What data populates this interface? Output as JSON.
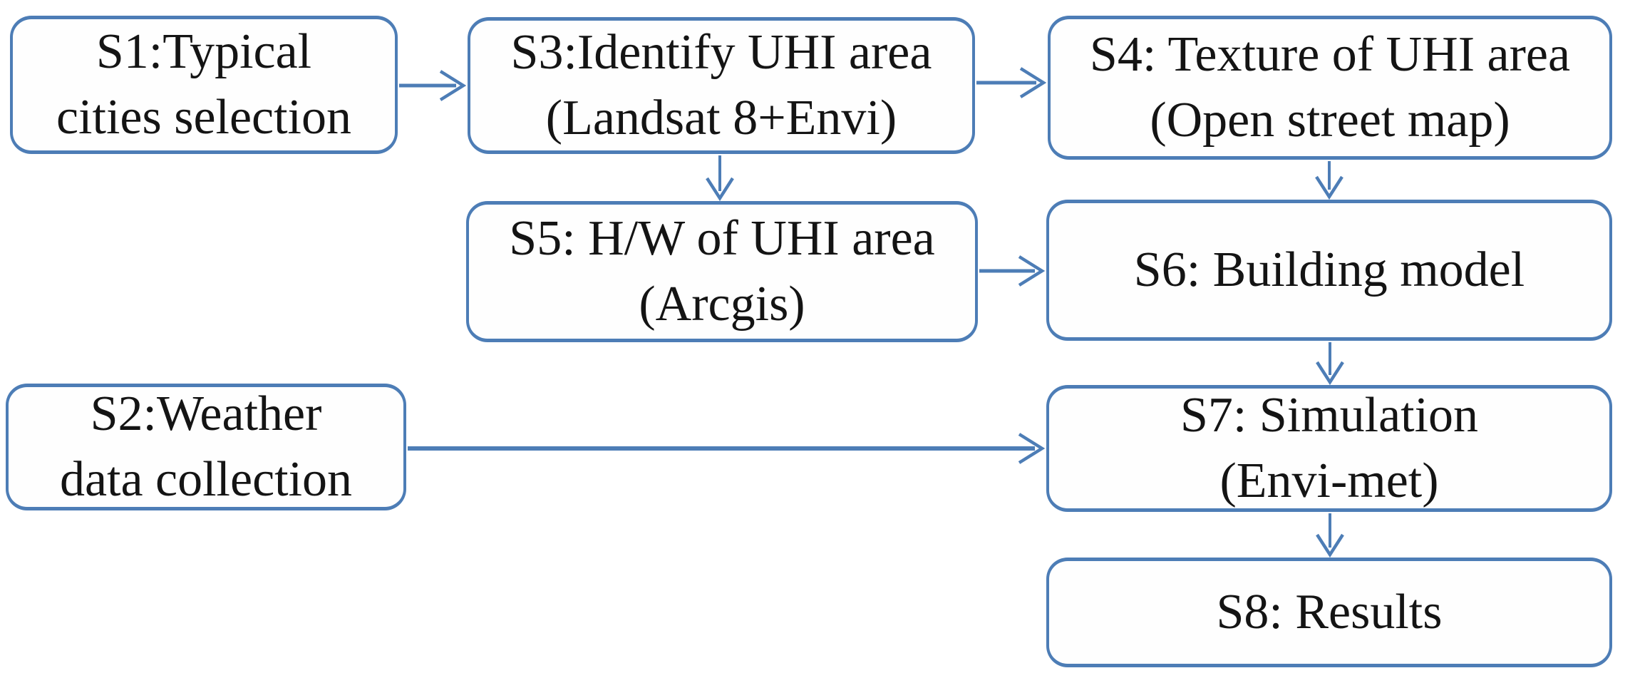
{
  "diagram": {
    "type": "flowchart",
    "accent_color": "#4d7db6",
    "text_color": "#141414",
    "background_color": "#ffffff",
    "nodes": [
      {
        "id": "S1",
        "label": "S1:Typical cities selection",
        "line1": "S1:Typical",
        "line2": "cities selection"
      },
      {
        "id": "S2",
        "label": "S2:Weather data collection",
        "line1": "S2:Weather",
        "line2": "data collection"
      },
      {
        "id": "S3",
        "label": "S3:Identify UHI area (Landsat 8+Envi)",
        "line1": "S3:Identify UHI area",
        "line2": "(Landsat 8+Envi)"
      },
      {
        "id": "S4",
        "label": "S4: Texture of UHI area (Open street map)",
        "line1": "S4: Texture of UHI area",
        "line2": "(Open street map)"
      },
      {
        "id": "S5",
        "label": "S5: H/W of UHI area (Arcgis)",
        "line1": "S5: H/W of UHI area",
        "line2": "(Arcgis)"
      },
      {
        "id": "S6",
        "label": "S6: Building model",
        "line1": "S6: Building model"
      },
      {
        "id": "S7",
        "label": "S7: Simulation (Envi-met)",
        "line1": "S7: Simulation",
        "line2": "(Envi-met)"
      },
      {
        "id": "S8",
        "label": "S8: Results",
        "line1": "S8: Results"
      }
    ],
    "edges": [
      {
        "from": "S1",
        "to": "S3",
        "direction": "right"
      },
      {
        "from": "S3",
        "to": "S4",
        "direction": "right"
      },
      {
        "from": "S3",
        "to": "S5",
        "direction": "down"
      },
      {
        "from": "S4",
        "to": "S6",
        "direction": "down"
      },
      {
        "from": "S5",
        "to": "S6",
        "direction": "right"
      },
      {
        "from": "S6",
        "to": "S7",
        "direction": "down"
      },
      {
        "from": "S2",
        "to": "S7",
        "direction": "right"
      },
      {
        "from": "S7",
        "to": "S8",
        "direction": "down"
      }
    ]
  }
}
